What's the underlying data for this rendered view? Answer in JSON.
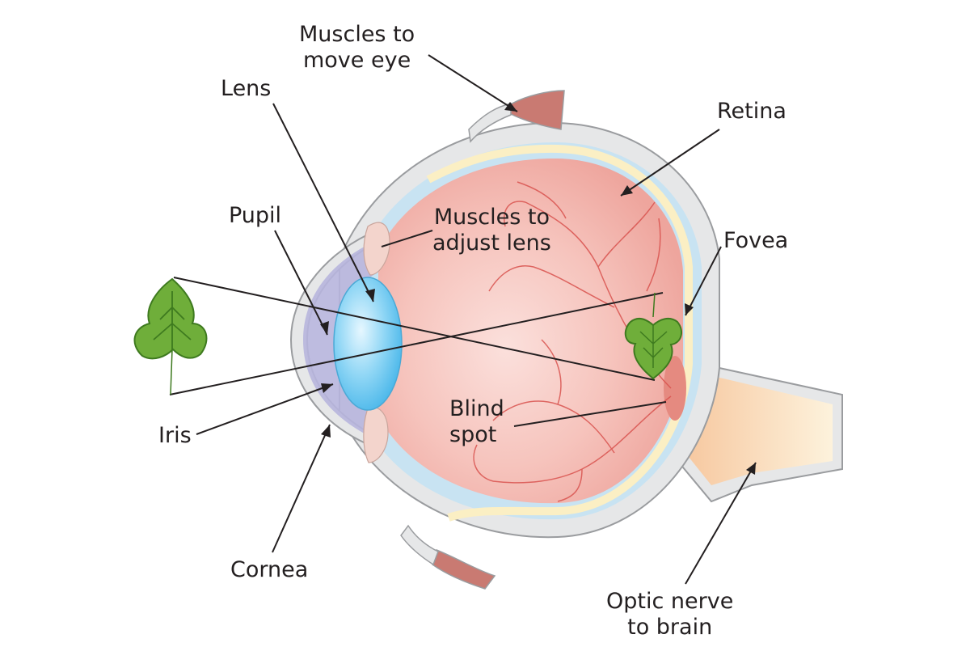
{
  "labels": {
    "muscles_move_eye": [
      "Muscles to",
      "move eye"
    ],
    "lens": "Lens",
    "retina": "Retina",
    "pupil": "Pupil",
    "muscles_adjust_lens": [
      "Muscles to",
      "adjust lens"
    ],
    "fovea": "Fovea",
    "iris": "Iris",
    "blind_spot": [
      "Blind",
      "spot"
    ],
    "cornea": "Cornea",
    "optic_nerve": [
      "Optic nerve",
      "to brain"
    ]
  },
  "colors": {
    "sclera": "#e6e7e8",
    "sclera_outline": "#9a9c9f",
    "choroid": "#c8e3f2",
    "retina_band": "#fbefc4",
    "vitreous": "#f2b3ac",
    "vitreous_light": "#f8d3cd",
    "vessel": "#d9534f",
    "muscle": "#c97a72",
    "lens": "#59c2ef",
    "iris": "#b7b5dd",
    "leaf": "#6fae3a",
    "leaf_dark": "#3e7a1f",
    "nerve": "#f5d6a3",
    "line": "#231f20"
  }
}
